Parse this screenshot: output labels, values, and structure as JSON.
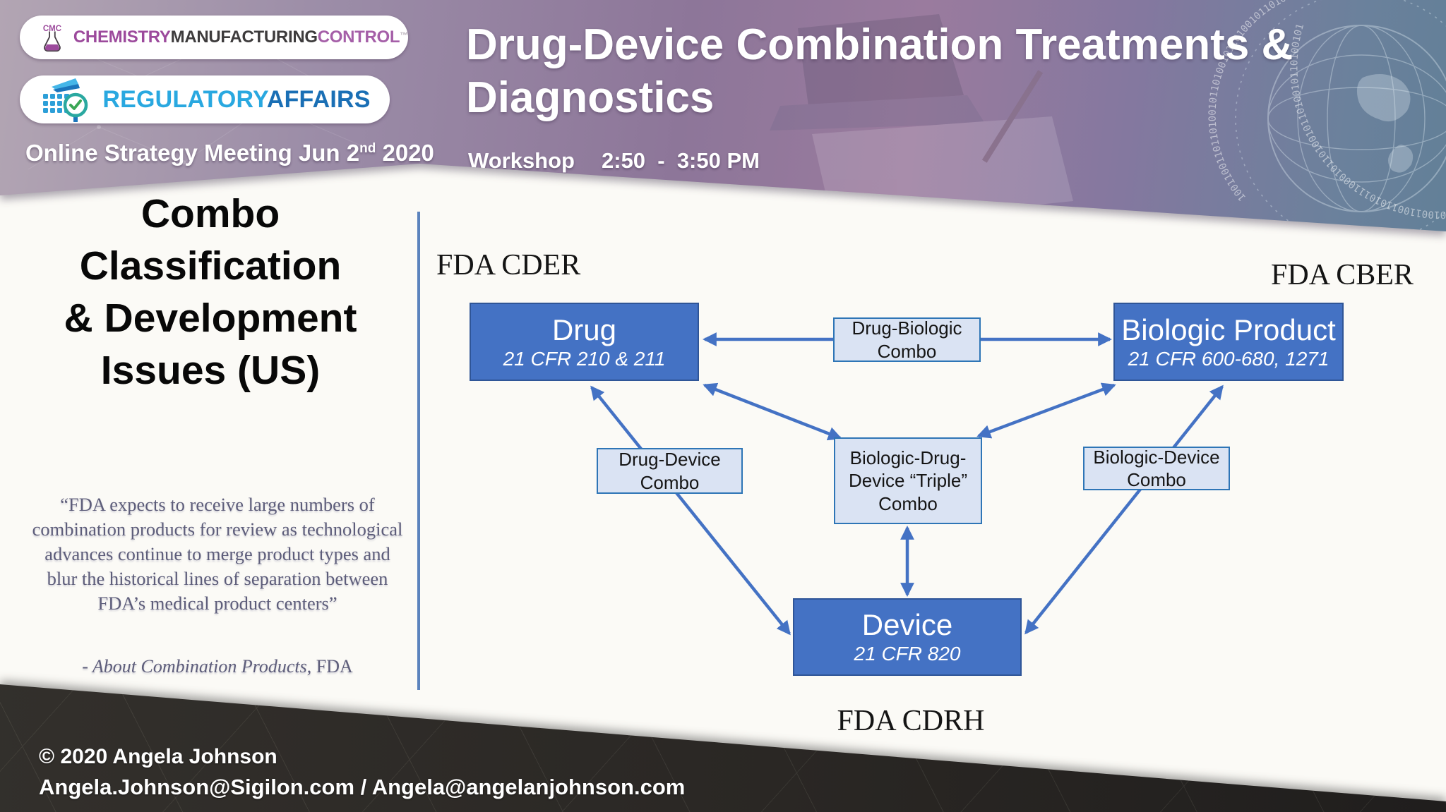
{
  "header": {
    "badge_cmc": {
      "icon_letters": "CMC",
      "chemistry": "CHEMISTRY",
      "manufacturing": "MANUFACTURING",
      "control": "CONTROL",
      "tm": "™"
    },
    "badge_ra": {
      "regulatory": "REGULATORY",
      "affairs": "AFFAIRS"
    },
    "meeting_pre": "Online Strategy Meeting Jun 2",
    "meeting_sup": "nd",
    "meeting_post": " 2020",
    "title": "Drug-Device Combination Treatments & Diagnostics",
    "workshop_label": "Workshop",
    "workshop_time": "2:50  -  3:50 PM",
    "background_binary_ring_1": "1001100110110100101101001011010010110100101101",
    "background_binary_ring_2": "0100110011010111000101101001011010010110100101"
  },
  "left_panel": {
    "heading": "Combo\nClassification\n& Development\nIssues (US)",
    "quote": "“FDA expects to receive large numbers of combination products for review as technological advances continue to merge product types and blur the historical lines of separation between FDA’s medical product centers”",
    "attribution_italic": "- About Combination Products",
    "attribution_rest": ", FDA"
  },
  "diagram": {
    "region_labels": {
      "cder": "FDA CDER",
      "cber": "FDA CBER",
      "cdrh": "FDA CDRH"
    },
    "nodes": {
      "drug": {
        "name": "Drug",
        "cfr": "21 CFR 210 & 211"
      },
      "biologic": {
        "name": "Biologic Product",
        "cfr": "21 CFR 600-680, 1271"
      },
      "device": {
        "name": "Device",
        "cfr": "21 CFR 820"
      }
    },
    "combos": {
      "drug_biologic": {
        "label": "Drug-Biologic\nCombo"
      },
      "drug_device": {
        "label": "Drug-Device\nCombo"
      },
      "triple": {
        "label": "Biologic-Drug-\nDevice “Triple”\nCombo"
      },
      "biologic_device": {
        "label": "Biologic-Device\nCombo"
      }
    },
    "colors": {
      "node_fill": "#4472c4",
      "node_border": "#2f5597",
      "combo_fill": "#dae3f3",
      "combo_border": "#2e75b6",
      "arrow": "#4472c4",
      "divider": "#5b83bd"
    }
  },
  "footer": {
    "copyright": "© 2020  Angela Johnson",
    "contact": "Angela.Johnson@Sigilon.com / Angela@angelanjohnson.com"
  }
}
